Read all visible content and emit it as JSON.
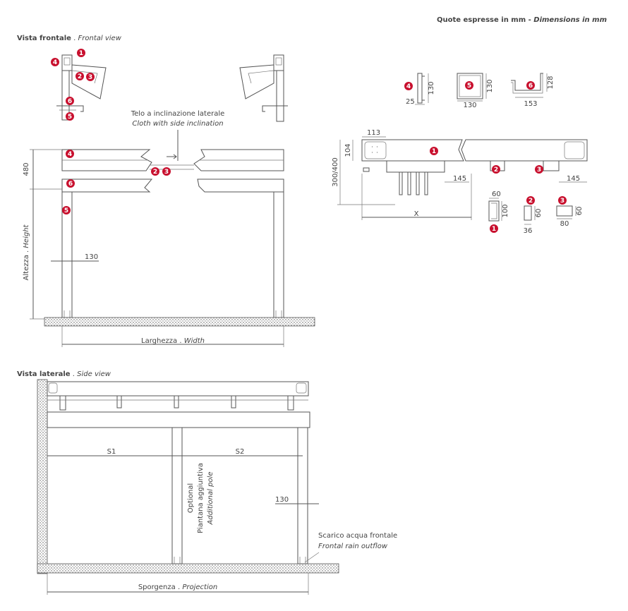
{
  "units_note": {
    "it": "Quote espresse in mm",
    "sep": " - ",
    "en": "Dimensions in mm"
  },
  "frontal_view": {
    "title_it": "Vista frontale",
    "title_sep": " . ",
    "title_en": "Frontal view",
    "cloth_note_it": "Telo a inclinazione laterale",
    "cloth_note_en": "Cloth with side inclination",
    "dim_480": "480",
    "height_it": "Altezza",
    "height_sep": " . ",
    "height_en": "Height",
    "dim_130": "130",
    "width_it": "Larghezza",
    "width_sep": " . ",
    "width_en": "Width"
  },
  "profiles": {
    "p4_w": "25",
    "p4_h": "130",
    "p5_w": "130",
    "p5_h": "130",
    "p6_w": "153",
    "p6_h": "128"
  },
  "section": {
    "dim_113": "113",
    "dim_104": "104",
    "dim_300_400": "300/400",
    "dim_145a": "145",
    "dim_145b": "145",
    "dim_x": "X",
    "p1_w": "60",
    "p1_h": "100",
    "p2_w": "36",
    "p2_h": "60",
    "p3_w": "80",
    "p3_h": "60"
  },
  "side_view": {
    "title_it": "Vista laterale",
    "title_sep": " . ",
    "title_en": "Side view",
    "s1": "S1",
    "s2": "S2",
    "optional_it": "Optional",
    "pole_it": "Piantana aggiuntiva",
    "pole_en": "Additional pole",
    "dim_130": "130",
    "rain_it": "Scarico acqua frontale",
    "rain_en": "Frontal rain outflow",
    "projection_it": "Sporgenza",
    "projection_sep": " . ",
    "projection_en": "Projection"
  },
  "badges": [
    "1",
    "2",
    "3",
    "4",
    "5",
    "6"
  ],
  "colors": {
    "badge": "#c8102e",
    "line": "#555555",
    "text": "#444444"
  }
}
